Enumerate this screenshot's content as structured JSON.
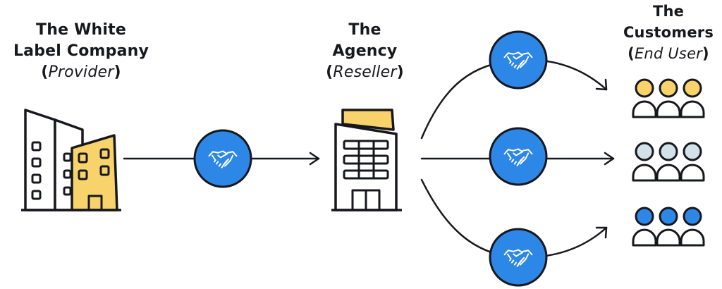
{
  "provider": {
    "line1": "The White",
    "line2": "Label Company",
    "open_paren": "(",
    "role": "Provider",
    "close_paren": ")"
  },
  "agency": {
    "line1": "The",
    "line2": "Agency",
    "open_paren": "(",
    "role": "Reseller",
    "close_paren": ")"
  },
  "customers": {
    "line1": "The",
    "line2": "Customers",
    "open_paren": "(",
    "role": "End User",
    "close_paren": ")"
  },
  "icons": {
    "provider": "office-buildings-icon",
    "agency": "office-tower-icon",
    "handshake": "handshake-icon",
    "customers": "user-group-icon"
  },
  "colors": {
    "ink": "#17181d",
    "accent_blue": "#2d87e6",
    "accent_yellow": "#f8d36c",
    "light_gray": "#d3e2e8",
    "background": "#ffffff"
  }
}
